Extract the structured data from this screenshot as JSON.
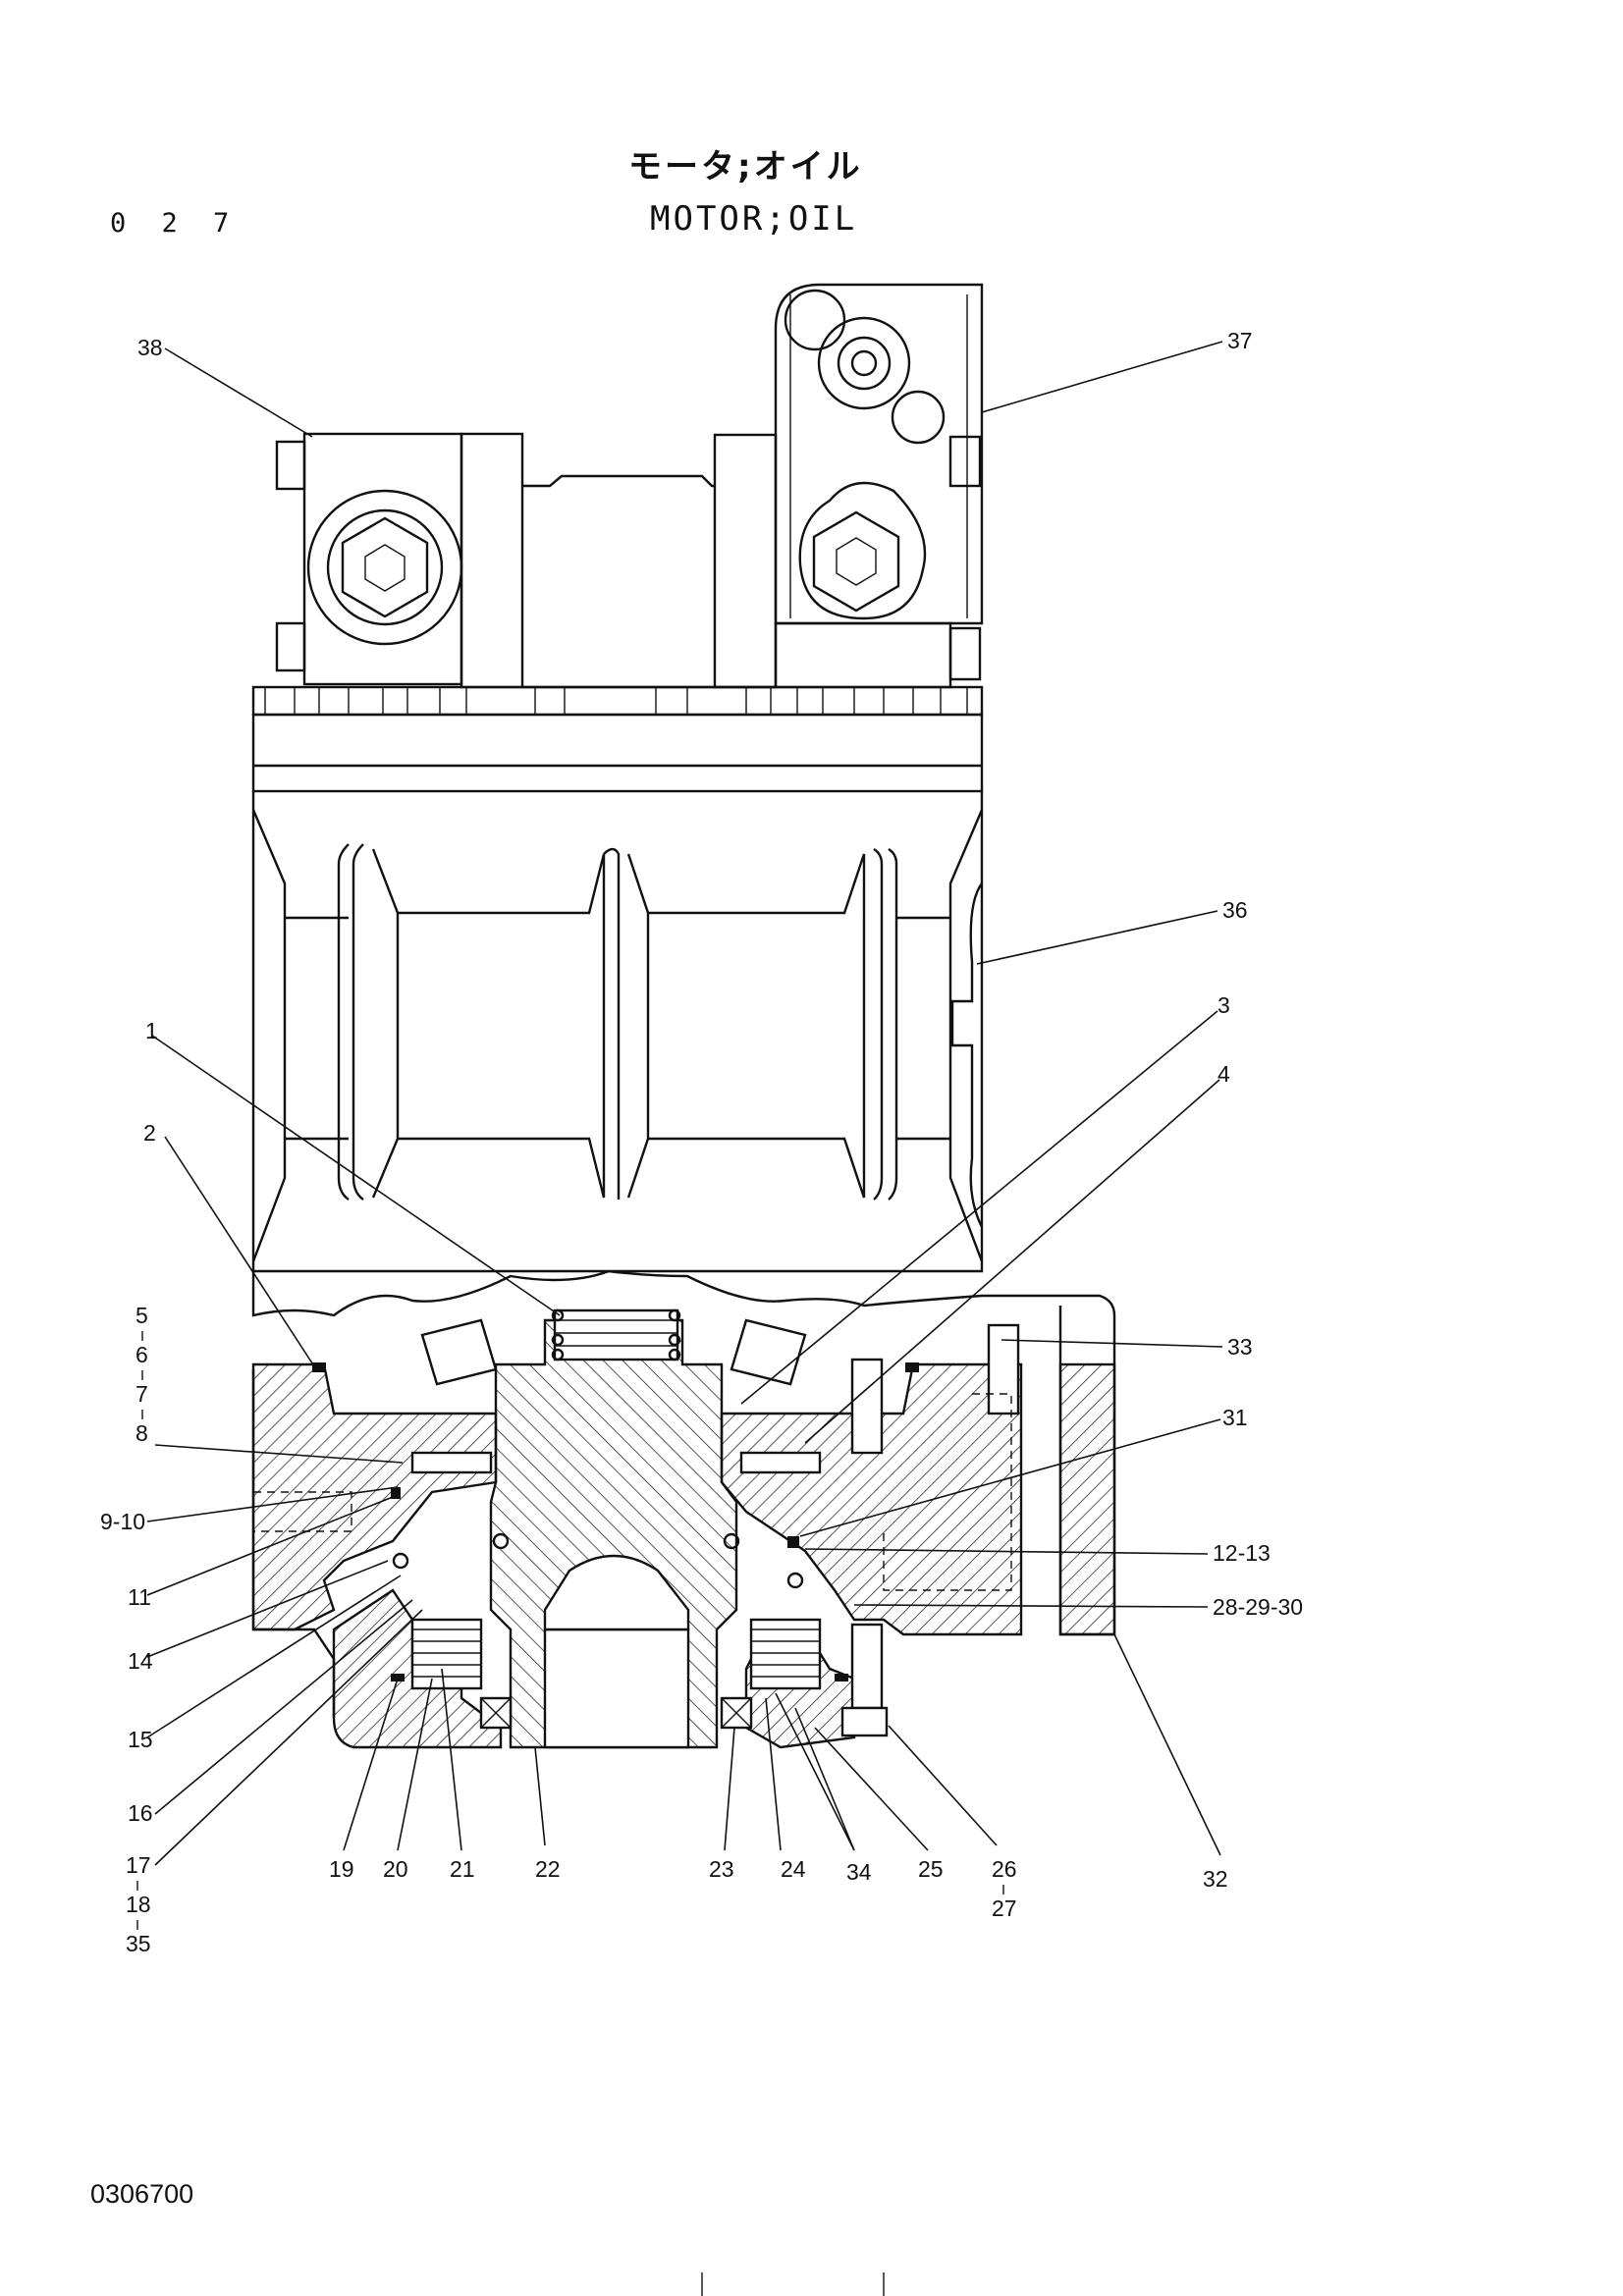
{
  "header": {
    "page_number": "0 2 7",
    "title_jp": "モータ;オイル",
    "title_en": "MOTOR;OIL"
  },
  "footer": {
    "doc_code": "0306700"
  },
  "callouts": {
    "c38": "38",
    "c37": "37",
    "c36": "36",
    "c1": "1",
    "c3": "3",
    "c4": "4",
    "c2": "2",
    "c5": "5",
    "c6": "6",
    "c7": "7",
    "c8": "8",
    "c33": "33",
    "c31": "31",
    "c9_10": "9-10",
    "c12_13": "12-13",
    "c11": "11",
    "c28_29_30": "28-29-30",
    "c14": "14",
    "c15": "15",
    "c16": "16",
    "c32": "32",
    "c17": "17",
    "c18": "18",
    "c35": "35",
    "c19": "19",
    "c20": "20",
    "c21": "21",
    "c22": "22",
    "c23": "23",
    "c24": "24",
    "c34": "34",
    "c25": "25",
    "c26": "26",
    "c27": "27"
  }
}
